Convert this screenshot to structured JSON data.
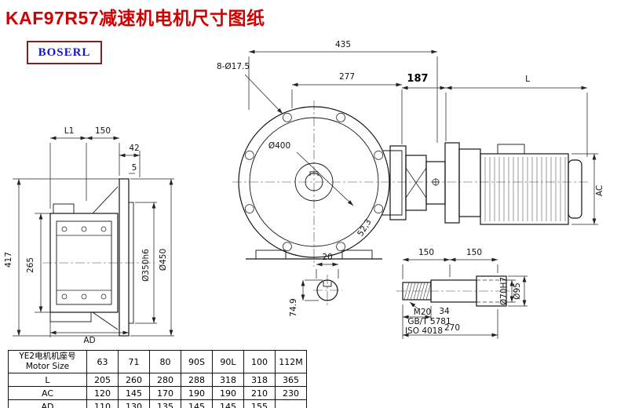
{
  "page": {
    "title": "KAF97R57减速机电机尺寸图纸",
    "logo_text": "BOSERL"
  },
  "drawing": {
    "front_view": {
      "dim_overall_width": "435",
      "dim_bolt_span": "277",
      "bolt_pattern": "8-Ø17.5",
      "dia_main_flange": "Ø400",
      "dim_angle": "52,3"
    },
    "side_view": {
      "dim_l1": "L1",
      "dim_150": "150",
      "dim_42": "42",
      "dim_5": "5",
      "dim_height_overall": "417",
      "dim_height_body": "265",
      "dim_ad": "AD",
      "dia_spigot": "Ø350h6",
      "dia_flange": "Ø450"
    },
    "motor_view": {
      "dim_187": "187",
      "dim_l": "L",
      "dim_ac": "AC"
    },
    "shaft_section": {
      "dim_keyway": "20",
      "dim_74_9": "74.9"
    },
    "shaft_detail": {
      "dim_150_a": "150",
      "dim_150_b": "150",
      "thread_label": "M20",
      "standard_1": "GB/T 5781",
      "standard_2": "ISO 4018",
      "dim_34": "34",
      "dim_270": "270",
      "dia_bore": "Ø70H7",
      "dia_hub": "Ø95"
    }
  },
  "table": {
    "header_cn": "YE2电机机座号",
    "header_en": "Motor Size",
    "sizes": [
      "63",
      "71",
      "80",
      "90S",
      "90L",
      "100",
      "112M"
    ],
    "rows": [
      {
        "label": "L",
        "values": [
          "205",
          "260",
          "280",
          "288",
          "318",
          "318",
          "365"
        ]
      },
      {
        "label": "AC",
        "values": [
          "120",
          "145",
          "170",
          "190",
          "190",
          "210",
          "230"
        ]
      },
      {
        "label": "AD",
        "values": [
          "110",
          "130",
          "135",
          "145",
          "145",
          "155",
          ""
        ]
      }
    ]
  }
}
